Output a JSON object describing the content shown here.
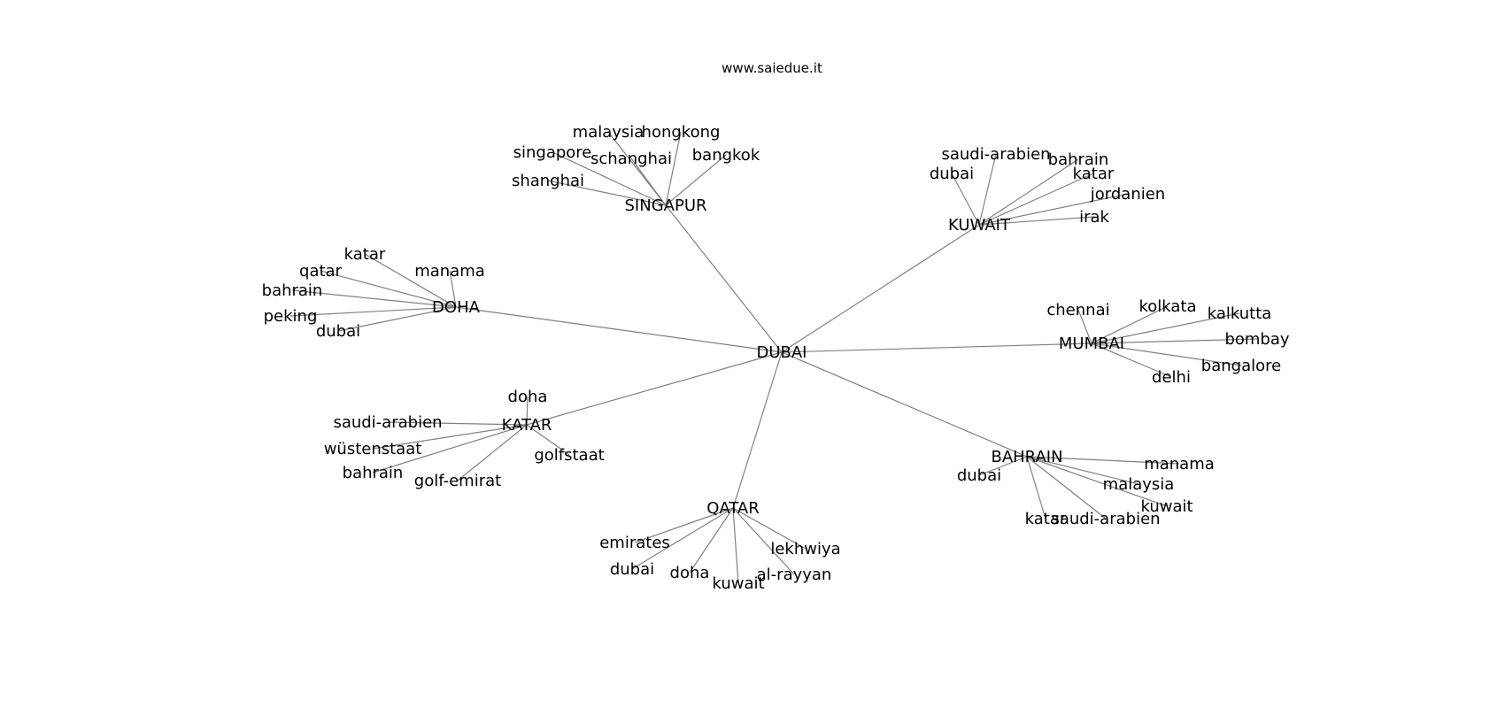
{
  "header": {
    "source": "www.saiedue.it"
  },
  "colors": {
    "edge": "#808080",
    "text": "#000000",
    "background": "#ffffff"
  },
  "graph": {
    "center": "DUBAI",
    "hubs": [
      {
        "name": "SINGAPUR",
        "leaves": [
          "malaysia",
          "hongkong",
          "singapore",
          "schanghai",
          "bangkok",
          "shanghai"
        ]
      },
      {
        "name": "KUWAIT",
        "leaves": [
          "saudi-arabien",
          "bahrain",
          "dubai",
          "katar",
          "jordanien",
          "irak"
        ]
      },
      {
        "name": "DOHA",
        "leaves": [
          "katar",
          "qatar",
          "manama",
          "bahrain",
          "peking",
          "dubai"
        ]
      },
      {
        "name": "MUMBAI",
        "leaves": [
          "chennai",
          "kolkata",
          "kalkutta",
          "bombay",
          "bangalore",
          "delhi"
        ]
      },
      {
        "name": "KATAR",
        "leaves": [
          "doha",
          "saudi-arabien",
          "wüstenstaat",
          "golfstaat",
          "bahrain",
          "golf-emirat"
        ]
      },
      {
        "name": "BAHRAIN",
        "leaves": [
          "manama",
          "dubai",
          "malaysia",
          "kuwait",
          "katar",
          "saudi-arabien"
        ]
      },
      {
        "name": "QATAR",
        "leaves": [
          "emirates",
          "lekhwiya",
          "dubai",
          "doha",
          "al-rayyan",
          "kuwait"
        ]
      }
    ]
  }
}
